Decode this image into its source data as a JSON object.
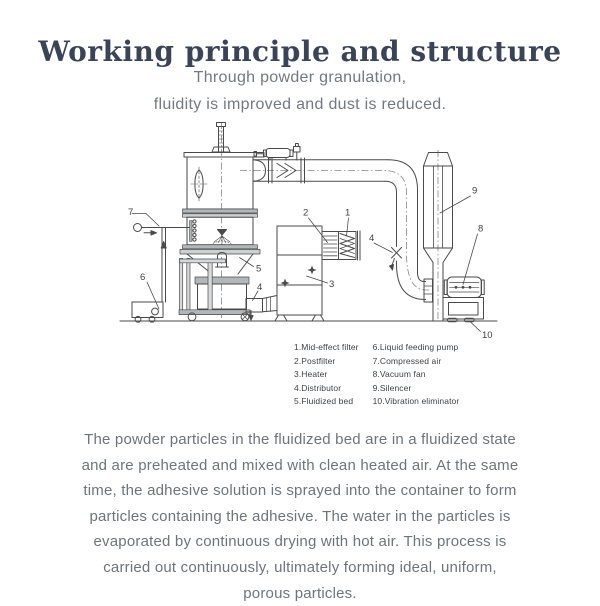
{
  "header": {
    "title": "Working principle and structure",
    "subtitle_lines": [
      "Through powder granulation,",
      "fluidity is improved and dust is reduced."
    ]
  },
  "diagram": {
    "labels": {
      "n1": "1",
      "n2": "2",
      "n3": "3",
      "n4_bed": "4",
      "n4_valve": "4",
      "n5": "5",
      "n6": "6",
      "n7": "7",
      "n8": "8",
      "n9": "9",
      "n10": "10"
    },
    "legend": {
      "col1": [
        "1.Mid-effect filter",
        "2.Postfilter",
        "3.Heater",
        "4.Distributor",
        "5.Fluidized bed"
      ],
      "col2": [
        "6.Liquid feeding pump",
        "7.Compressed air",
        "8.Vacuum fan",
        "9.Silencer",
        "10.Vibration eliminator"
      ]
    }
  },
  "description": {
    "lines": [
      "The powder particles in the fluidized bed are in a fluidized state",
      "and are preheated and mixed with clean heated air. At the same",
      "time, the adhesive solution is sprayed into the container to form",
      "particles containing the adhesive. The water in the particles is",
      "evaporated by continuous drying with hot air. This process is",
      "carried out continuously, ultimately forming ideal, uniform,",
      "porous particles."
    ]
  },
  "colors": {
    "title_text": "#3b4356",
    "subtitle_text": "#74797f",
    "body_text": "#6f747b",
    "diagram_line": "#4a4a4a"
  }
}
